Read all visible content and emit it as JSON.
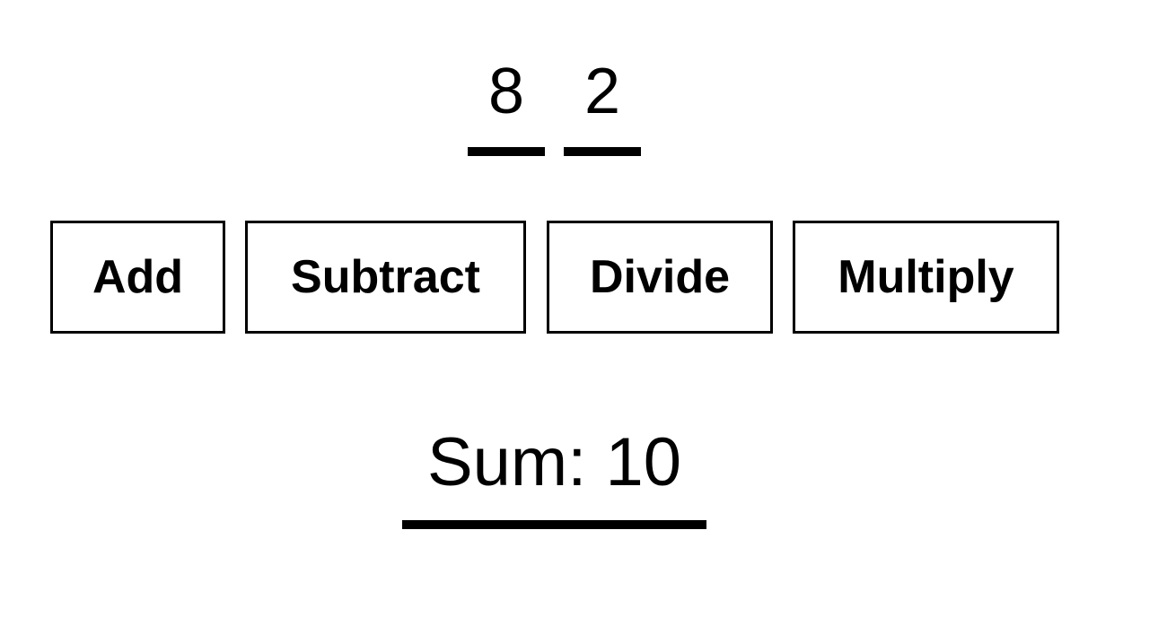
{
  "operands": {
    "a": "8",
    "b": "2"
  },
  "operations": {
    "add_label": "Add",
    "subtract_label": "Subtract",
    "divide_label": "Divide",
    "multiply_label": "Multiply"
  },
  "result": {
    "text": "Sum: 10"
  }
}
